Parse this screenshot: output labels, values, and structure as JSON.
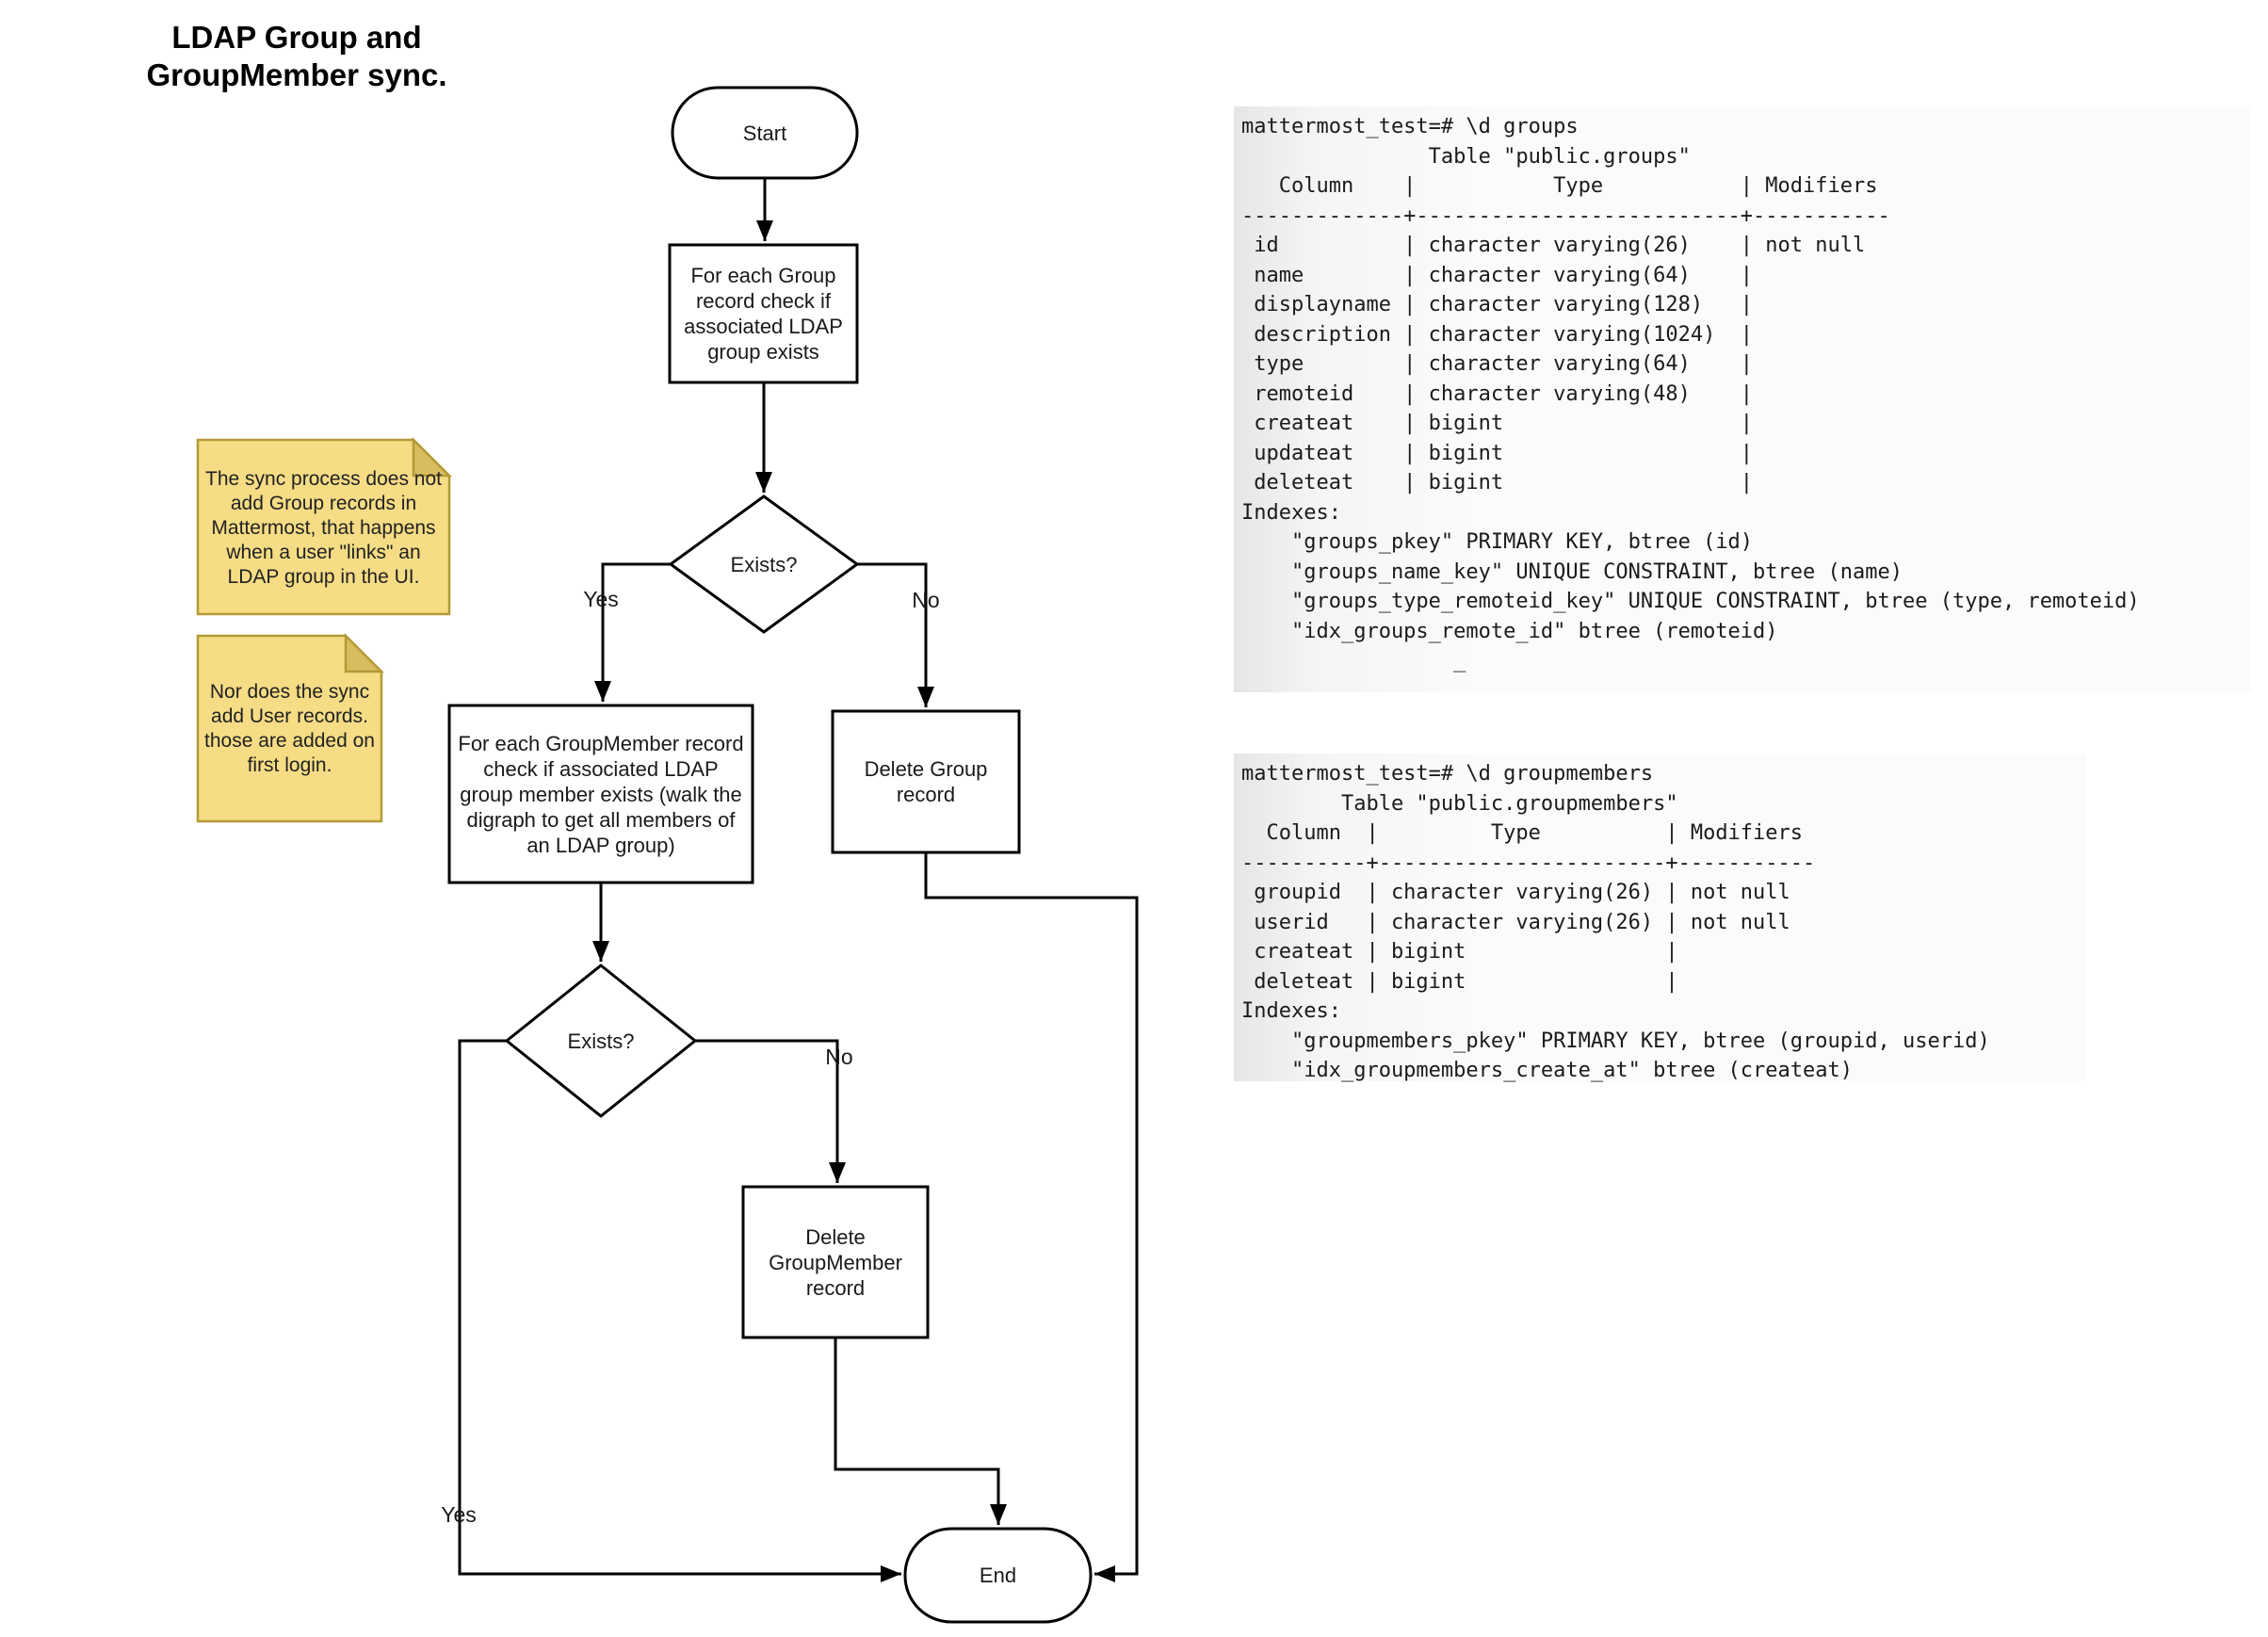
{
  "title": {
    "line1": "LDAP Group and",
    "line2": "GroupMember sync."
  },
  "flowchart": {
    "nodes": {
      "start": {
        "label": "Start",
        "type": "terminator"
      },
      "check_group": {
        "label": "For each Group record check if associated LDAP group exists",
        "type": "process"
      },
      "exists_group": {
        "label": "Exists?",
        "type": "decision"
      },
      "check_groupmember": {
        "label": "For each GroupMember record check if associated LDAP group member exists (walk the digraph to get all members of an LDAP group)",
        "type": "process"
      },
      "delete_group": {
        "label": "Delete Group record",
        "type": "process"
      },
      "exists_groupmember": {
        "label": "Exists?",
        "type": "decision"
      },
      "delete_groupmember": {
        "label": "Delete GroupMember record",
        "type": "process"
      },
      "end": {
        "label": "End",
        "type": "terminator"
      }
    },
    "edge_labels": {
      "exists_group_yes": "Yes",
      "exists_group_no": "No",
      "exists_groupmember_yes": "Yes",
      "exists_groupmember_no": "No"
    }
  },
  "notes": [
    {
      "text": "The sync process does not add Group records in Mattermost, that happens when a user \"links\" an LDAP group in the UI."
    },
    {
      "text": "Nor does the sync add User records. those are added on first login."
    }
  ],
  "terminals": [
    {
      "lines": [
        "mattermost_test=# \\d groups",
        "               Table \"public.groups\"",
        "   Column    |           Type           | Modifiers",
        "-------------+--------------------------+-----------",
        " id          | character varying(26)    | not null",
        " name        | character varying(64)    |",
        " displayname | character varying(128)   |",
        " description | character varying(1024)  |",
        " type        | character varying(64)    |",
        " remoteid    | character varying(48)    |",
        " createat    | bigint                   |",
        " updateat    | bigint                   |",
        " deleteat    | bigint                   |",
        "Indexes:",
        "    \"groups_pkey\" PRIMARY KEY, btree (id)",
        "    \"groups_name_key\" UNIQUE CONSTRAINT, btree (name)",
        "    \"groups_type_remoteid_key\" UNIQUE CONSTRAINT, btree (type, remoteid)",
        "    \"idx_groups_remote_id\" btree (remoteid)",
        "                 _"
      ]
    },
    {
      "lines": [
        "mattermost_test=# \\d groupmembers",
        "        Table \"public.groupmembers\"",
        "  Column  |         Type          | Modifiers",
        "----------+-----------------------+-----------",
        " groupid  | character varying(26) | not null",
        " userid   | character varying(26) | not null",
        " createat | bigint                |",
        " deleteat | bigint                |",
        "Indexes:",
        "    \"groupmembers_pkey\" PRIMARY KEY, btree (groupid, userid)",
        "    \"idx_groupmembers_create_at\" btree (createat)"
      ]
    }
  ],
  "colors": {
    "line": "#000000",
    "node_fill": "#ffffff",
    "note_fill": "#F5DC85",
    "note_fold": "#D9BC60",
    "note_border": "#B49A36",
    "terminal_bg": "#fbfbfb",
    "terminal_edge": "#e6e6e6",
    "text": "#1a1a1a"
  }
}
